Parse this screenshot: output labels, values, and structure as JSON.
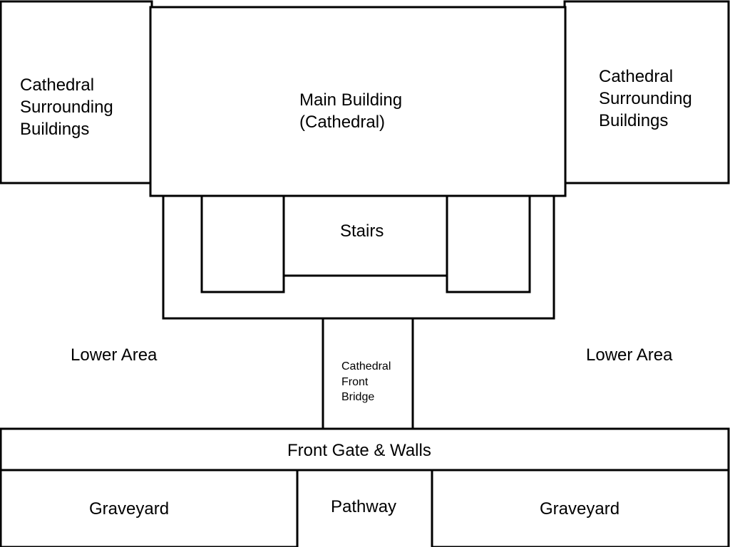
{
  "diagram": {
    "left_surrounding": "Cathedral\nSurrounding\nBuildings",
    "right_surrounding": "Cathedral\nSurrounding\nBuildings",
    "main_building": "Main Building\n(Cathedral)",
    "stairs": "Stairs",
    "lower_area_left": "Lower Area",
    "lower_area_right": "Lower Area",
    "bridge": "Cathedral\nFront\nBridge",
    "front_gate": "Front Gate & Walls",
    "graveyard_left": "Graveyard",
    "pathway": "Pathway",
    "graveyard_right": "Graveyard"
  }
}
